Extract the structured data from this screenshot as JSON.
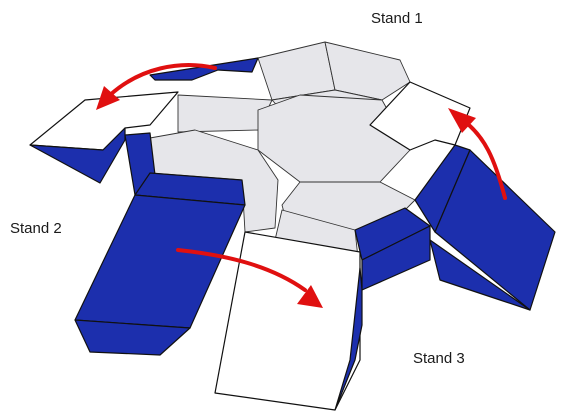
{
  "labels": {
    "stand_1": "Stand 1",
    "stand_2": "Stand 2",
    "stand_3": "Stand 3"
  },
  "colors": {
    "panel_fill": "#e6e6ea",
    "open_fill": "#ffffff",
    "stand_fill": "#1c2fad",
    "outline": "#111111",
    "arrow": "#e01010"
  }
}
